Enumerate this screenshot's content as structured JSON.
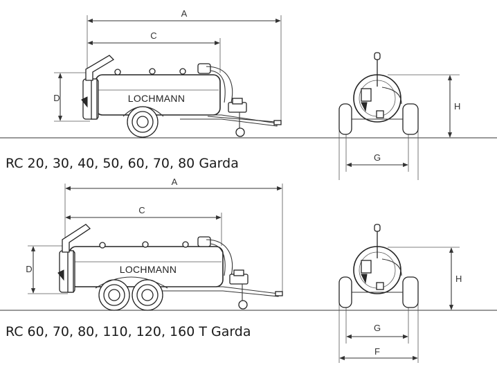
{
  "brand": "LOCHMANN",
  "dimension_labels": {
    "a": "A",
    "c": "C",
    "d": "D",
    "g": "G",
    "h": "H",
    "f": "F"
  },
  "models": {
    "single_axle": "RC 20, 30, 40, 50, 60, 70, 80 Garda",
    "tandem_axle": "RC 60, 70, 80, 110, 120, 160 T Garda"
  },
  "colors": {
    "line": "#333333",
    "text": "#1a1a1a",
    "background": "#ffffff"
  }
}
